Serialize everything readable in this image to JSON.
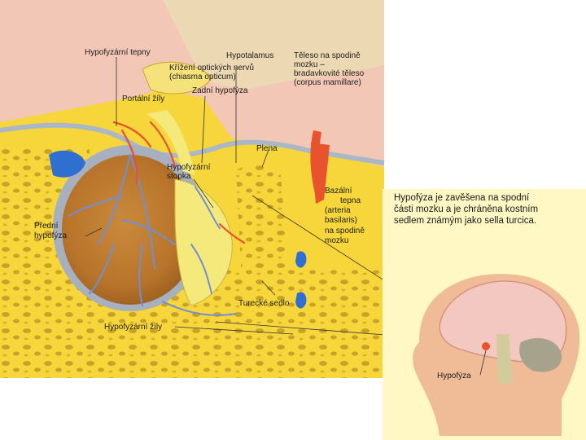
{
  "colors": {
    "bone_yellow": "#f6d63a",
    "gland_brown": "#b8742a",
    "vein_blue": "#6f8fd8",
    "artery_red": "#e8522c",
    "tissue_pink": "#f3c7b6",
    "inset_bg": "#fff7c4"
  },
  "labels": {
    "hypofyzarni_tepny": "Hypofyzární tepny",
    "hypotalamus": "Hypotalamus",
    "teleso_line1": "Těleso na spodině",
    "teleso_line2": "mozku –",
    "teleso_line3": "bradavkovité těleso",
    "teleso_line4": "(corpus mamillare)",
    "krizeni_line1": "Křížení optických nervů",
    "krizeni_line2": "(chiasma opticum)",
    "zadni_hypofyza": "Zadní hypofýza",
    "portalni_zily": "Portální žíly",
    "plena": "Plena",
    "stopka_line1": "Hypofyzární",
    "stopka_line2": "stopka",
    "bazalni_line1": "Bazální",
    "bazalni_line2": "tepna",
    "bazalni_line3": "(arteria",
    "bazalni_line4": "basilaris)",
    "bazalni_line5": "na spodině",
    "bazalni_line6": "mozku",
    "predni_line1": "Přední",
    "predni_line2": "hypofýza",
    "turecke_sedlo": "Turecké sedlo",
    "hypofyzarni_zily": "Hypofyzární žíly",
    "inset_hypofyza": "Hypofýza"
  },
  "caption": {
    "line1": "Hypofýza je zavěšena na spodní",
    "line2": "části mozku a je chráněna kostním",
    "line3": "sedlem známým jako sella turcica."
  }
}
